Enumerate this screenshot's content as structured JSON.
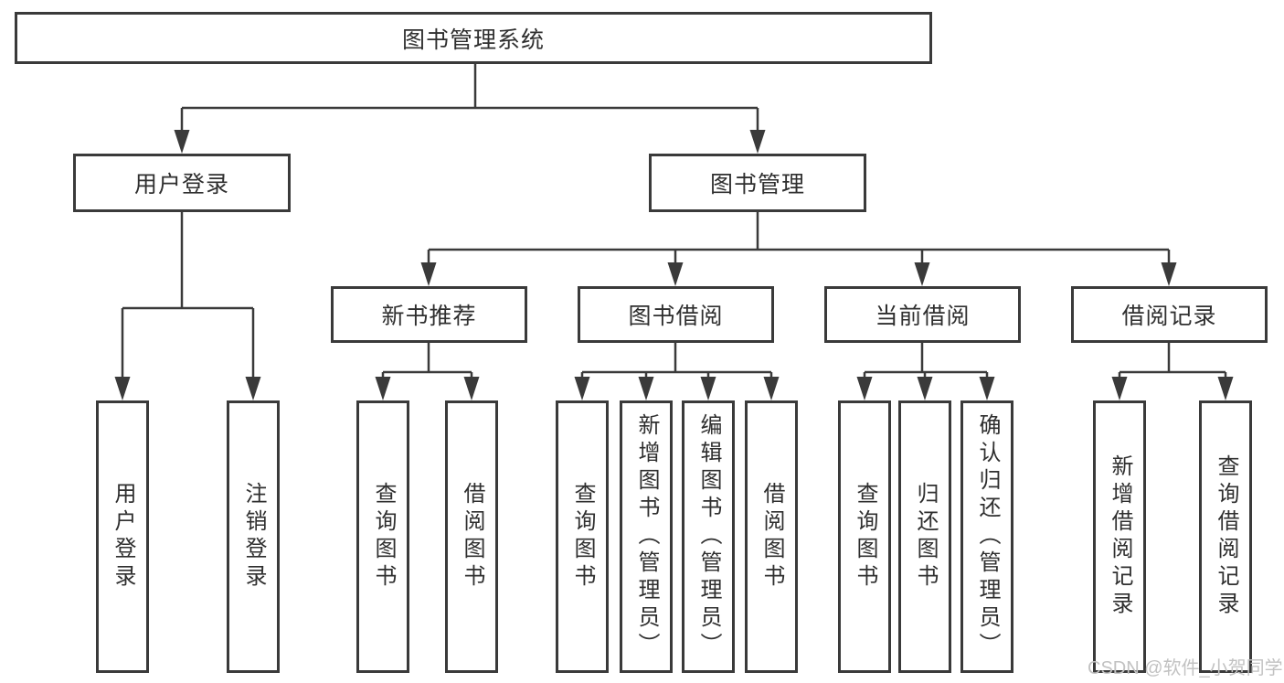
{
  "colors": {
    "line": "#3a3a3a",
    "box_border": "#3a3a3a",
    "text": "#2f2f2f",
    "watermark": "#c2c2c2",
    "background": "#ffffff"
  },
  "watermark": "CSDN @软件_小贺同学",
  "tree": {
    "label": "图书管理系统",
    "children": [
      {
        "label": "用户登录",
        "children": [
          {
            "label": "用户登录"
          },
          {
            "label": "注销登录"
          }
        ]
      },
      {
        "label": "图书管理",
        "children": [
          {
            "label": "新书推荐",
            "children": [
              {
                "label": "查询图书"
              },
              {
                "label": "借阅图书"
              }
            ]
          },
          {
            "label": "图书借阅",
            "children": [
              {
                "label": "查询图书"
              },
              {
                "label": "新增图书（管理员）"
              },
              {
                "label": "编辑图书（管理员）"
              },
              {
                "label": "借阅图书"
              }
            ]
          },
          {
            "label": "当前借阅",
            "children": [
              {
                "label": "查询图书"
              },
              {
                "label": "归还图书"
              },
              {
                "label": "确认归还（管理员）"
              }
            ]
          },
          {
            "label": "借阅记录",
            "children": [
              {
                "label": "新增借阅记录"
              },
              {
                "label": "查询借阅记录"
              }
            ]
          }
        ]
      }
    ]
  }
}
